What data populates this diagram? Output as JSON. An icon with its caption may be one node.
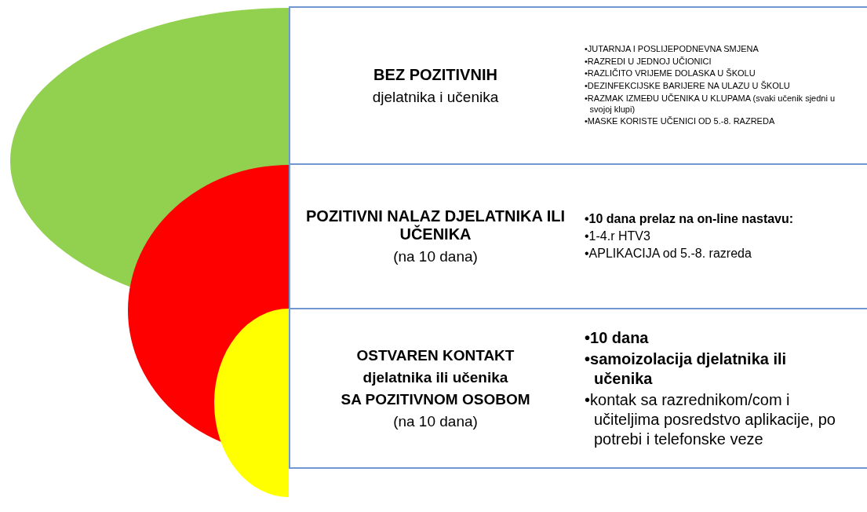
{
  "diagram": {
    "nodes": [
      {
        "text": [
          "BEZ  POZITIVNIH",
          "djelatnika i učenika",
          "•JUTARNJA I POSLIJEPODNEVNA SMJENA",
          "•RAZREDI U JEDNOJ UČIONICI",
          "•RAZLIČITO VRIJEME DOLASKA U ŠKOLU",
          "•DEZINFEKCIJSKE BARIJERE NA ULAZU U ŠKOLU",
          "•RAZMAK IZMEĐU UČENIKA U KLUPAMA (svaki učenik sjedni u svojoj klupi)",
          "•MASKE KORISTE UČENICI OD 5.-8. RAZREDA"
        ]
      },
      {
        "text": [
          "POZITIVNI NALAZ DJELATNIKA ILI UČENIKA",
          "(na 10 dana)",
          "•10 dana prelaz na on-line nastavu:",
          "•1-4.r HTV3",
          "•APLIKACIJA od 5.-8. razreda"
        ]
      },
      {
        "text": [
          "OSTVAREN KONTAKT",
          "djelatnika ili učenika",
          "SA POZITIVNOM OSOBOM",
          "(na 10 dana)",
          "•10 dana",
          "•samoizolacija djelatnika ili učenika",
          "•kontak sa razrednikom/com i učiteljima posredstvo aplikacije, po potrebi i telefonske veze"
        ]
      }
    ]
  }
}
